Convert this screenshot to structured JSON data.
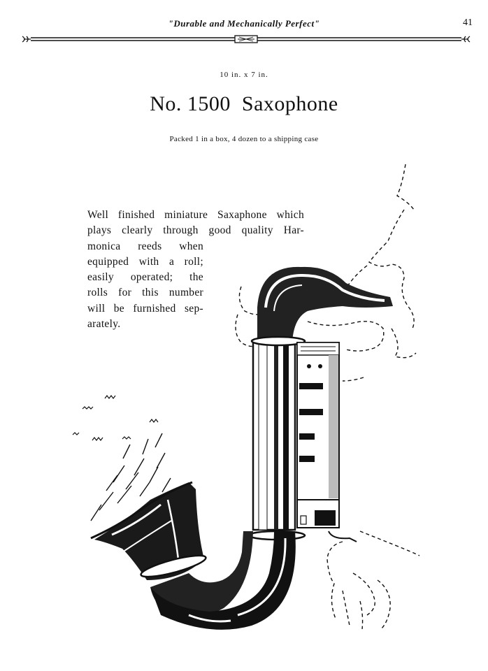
{
  "header": {
    "title": "\"Durable and Mechanically Perfect\"",
    "page_number": "41"
  },
  "product": {
    "dimensions": "10 in. x 7 in.",
    "title": "No. 1500  Saxophone",
    "packing": "Packed 1 in a box, 4 dozen to a shipping case"
  },
  "description": {
    "lines": [
      "Well finished miniature Saxaphone which",
      "plays clearly through good quality Har-",
      "monica reeds when",
      "equipped with a roll;",
      "easily operated; the",
      "rolls for this number",
      "will be furnished sep-",
      "arately."
    ]
  },
  "illustration": {
    "subject": "saxophone-illustration"
  }
}
